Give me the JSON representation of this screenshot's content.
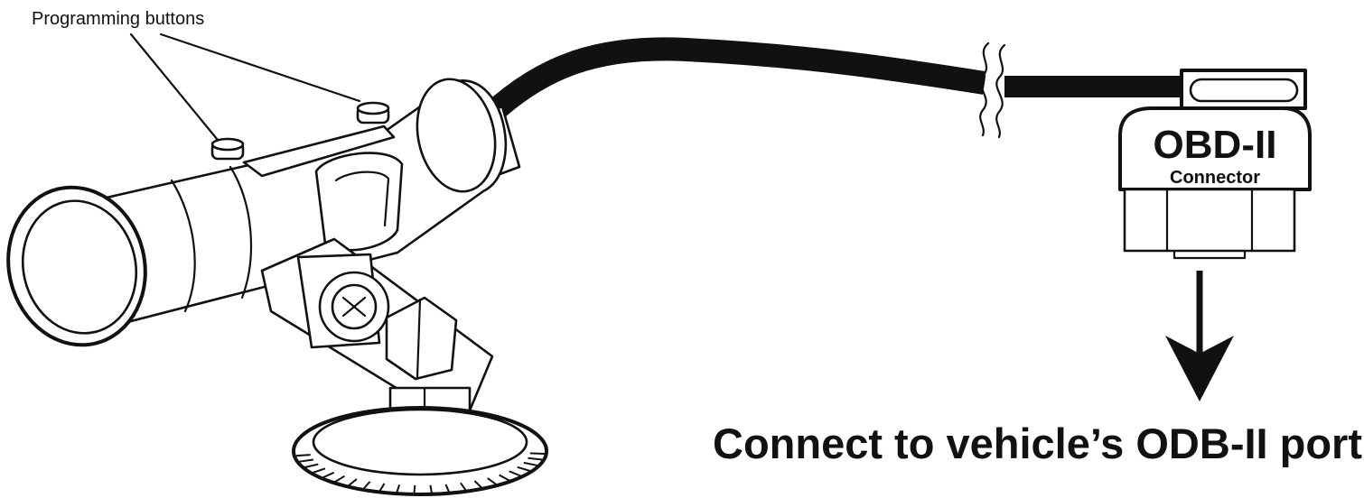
{
  "diagram": {
    "callout_label": "Programming buttons",
    "connector_title": "OBD-II",
    "connector_subtitle": "Connector",
    "instruction": "Connect to vehicle’s ODB-II port"
  }
}
